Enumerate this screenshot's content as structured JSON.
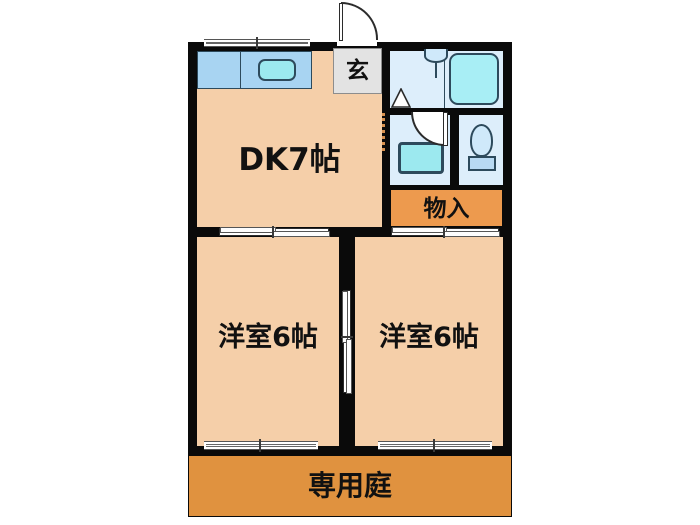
{
  "plan": {
    "type": "japanese-apartment-floor-plan",
    "layout_code": "2DK",
    "rooms": [
      {
        "id": "dk",
        "label": "DK7帖",
        "area_tatami": 7,
        "kind": "dining-kitchen",
        "fill": "#f5cfa9"
      },
      {
        "id": "washitsu_left",
        "label": "洋室6帖",
        "area_tatami": 6,
        "kind": "western-room",
        "fill": "#f5cfa9"
      },
      {
        "id": "washitsu_right",
        "label": "洋室6帖",
        "area_tatami": 6,
        "kind": "western-room",
        "fill": "#f5cfa9"
      },
      {
        "id": "storage",
        "label": "物入",
        "kind": "closet",
        "fill": "#ed9a4e"
      },
      {
        "id": "garden",
        "label": "専用庭",
        "kind": "private-garden",
        "fill": "#e0923f"
      },
      {
        "id": "genkan",
        "label": "玄",
        "kind": "entrance",
        "fill": "#e3e3e3"
      }
    ],
    "fixtures": [
      {
        "id": "kitchen-counter",
        "name": "kitchen-counter"
      },
      {
        "id": "kitchen-sink",
        "name": "kitchen-sink"
      },
      {
        "id": "bathtub",
        "name": "bathtub"
      },
      {
        "id": "bath-basin",
        "name": "bath-basin"
      },
      {
        "id": "washing-machine",
        "name": "washing-machine-pan"
      },
      {
        "id": "toilet",
        "name": "toilet"
      }
    ],
    "colors": {
      "wall": "#0a0a0a",
      "room_floor": "#f5cfa9",
      "garden": "#e0923f",
      "storage": "#ed9a4e",
      "wet_floor": "#ddeefb",
      "fixture_blue": "#a8d4f2",
      "fixture_cyan": "#9ce9ef",
      "genkan": "#e3e3e3",
      "background": "#ffffff"
    }
  },
  "labels": {
    "dk": "DK7帖",
    "room_left": "洋室6帖",
    "room_right": "洋室6帖",
    "storage": "物入",
    "garden": "専用庭",
    "genkan": "玄"
  }
}
